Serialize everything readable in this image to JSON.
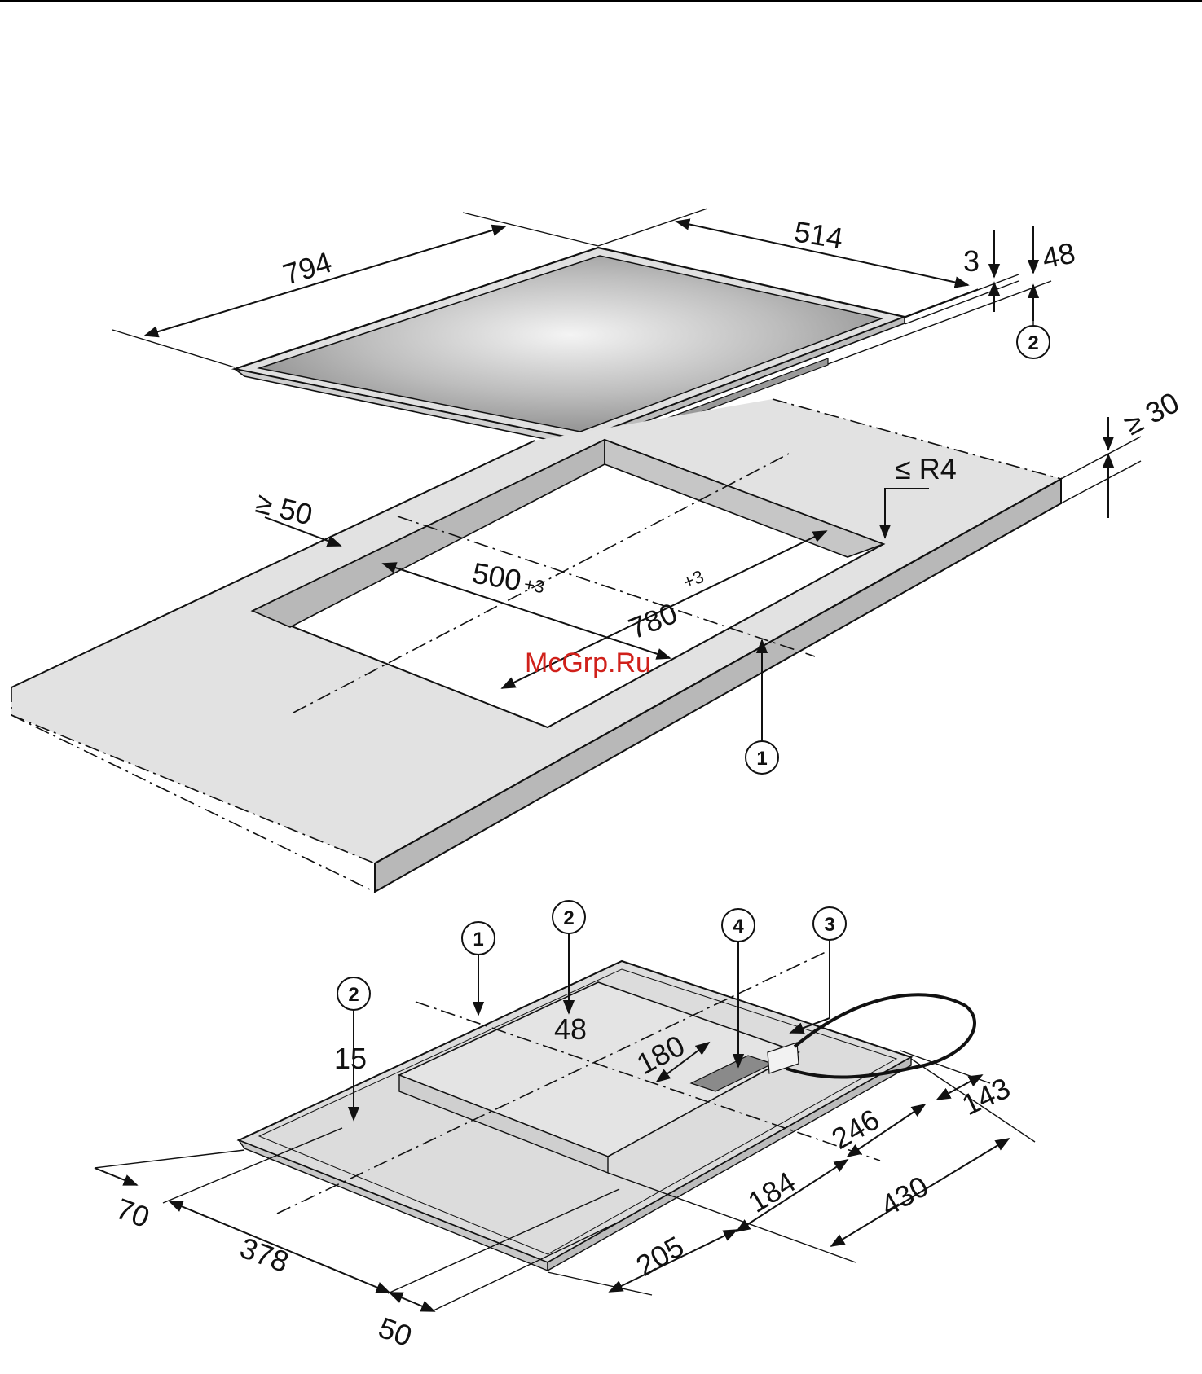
{
  "watermark": "McGrp.Ru",
  "hob_dimensions": {
    "width": "794",
    "depth": "514",
    "glass_thickness": "3",
    "total_height": "48"
  },
  "cutout_dimensions": {
    "min_edge_distance": "≥ 50",
    "depth_value": "500",
    "depth_tolerance": "+3",
    "width_value": "780",
    "width_tolerance": "+3",
    "corner_radius": "≤  R4",
    "min_worktop_thickness": "≥ 30"
  },
  "underside_dimensions": {
    "d48": "48",
    "d15": "15",
    "d180": "180",
    "d143": "143",
    "d246": "246",
    "d430": "430",
    "d184": "184",
    "d205": "205",
    "d70": "70",
    "d378": "378",
    "d50": "50"
  },
  "callouts": {
    "c1": "1",
    "c2": "2",
    "c3": "3",
    "c4": "4"
  },
  "colors": {
    "worktop": "#e2e2e2",
    "worktop_edge": "#b8b8b8",
    "hob_underside": "#dcdcdc",
    "watermark": "#d0201a"
  }
}
